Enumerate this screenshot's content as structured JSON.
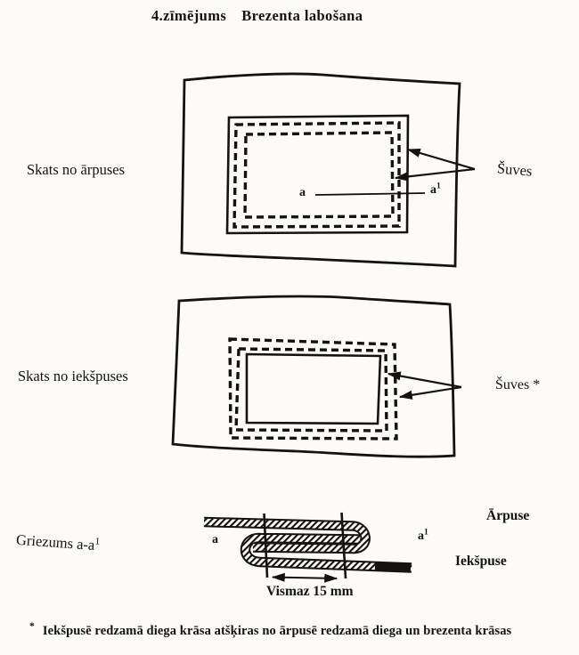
{
  "page": {
    "background": "#fcfbf8",
    "ink": "#16120e"
  },
  "title": {
    "number": "4.zīmējums",
    "text": "Brezenta labošana"
  },
  "outside_view": {
    "label": "Skats no ārpuses",
    "seams_label": "Šuves",
    "marker_a": "a",
    "marker_a1_base": "a",
    "marker_a1_sup": "1"
  },
  "inside_view": {
    "label": "Skats no iekšpuses",
    "seams_label": "Šuves *"
  },
  "cross_section": {
    "label_base": "Griezums a-a",
    "label_sup": "1",
    "outside_label": "Ārpuse",
    "inside_label": "Iekšpuse",
    "dimension_label": "Vismaz 15 mm",
    "marker_a": "a",
    "marker_a1_base": "a",
    "marker_a1_sup": "1"
  },
  "footnote": {
    "symbol": "*",
    "text": "Iekšpusē redzamā diega krāsa atšķiras no ārpusē redzamā diega un brezenta krāsas"
  }
}
